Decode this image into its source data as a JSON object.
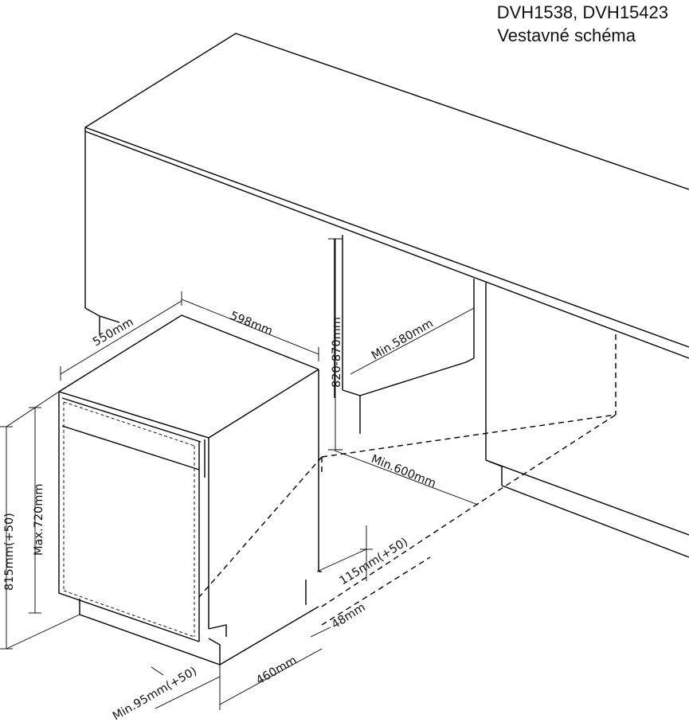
{
  "header": {
    "models": "DVH1538, DVH15423",
    "subtitle": "Vestavné schéma"
  },
  "dimensions": {
    "depth": "550mm",
    "width": "598mm",
    "niche_height": "820-870mm",
    "niche_depth_min": "Min.580mm",
    "niche_width_min": "Min.600mm",
    "total_height": "815mm(+50)",
    "door_height_max": "Max.720mm",
    "plinth_height": "115mm(+50)",
    "plinth_gap": "48mm",
    "plinth_depth": "460mm",
    "min_clearance": "Min.95mm(+50)"
  }
}
